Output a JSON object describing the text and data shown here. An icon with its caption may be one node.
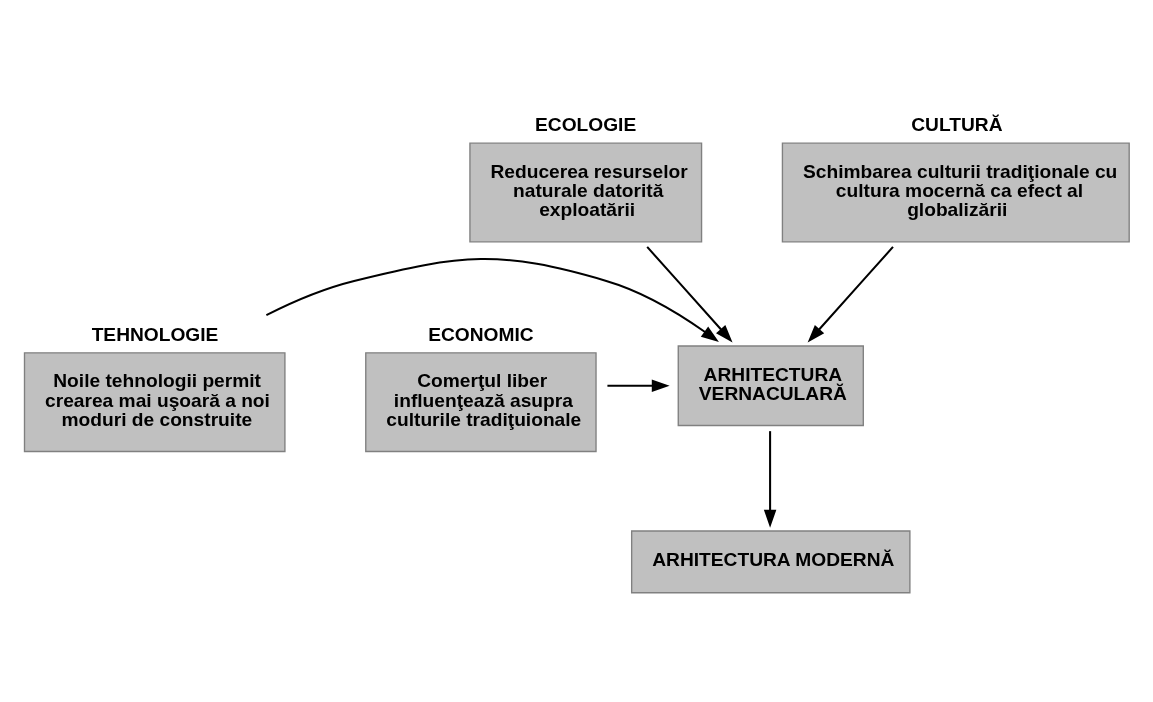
{
  "diagram": {
    "nodes": [
      {
        "text": [
          "ECOLOGIE",
          "Reducerea resurselor naturale datorită exploatării"
        ]
      },
      {
        "text": [
          "CULTURĂ",
          "Schimbarea culturii tradiţionale cu cultura mocernă ca efect al globalizării"
        ]
      },
      {
        "text": [
          "ARHITECTURA VERNACULARĂ"
        ]
      },
      {
        "text": [
          "TEHNOLOGIE",
          "Noile tehnologii permit crearea mai uşoară a noi moduri de construite"
        ]
      },
      {
        "text": [
          "ECONOMIC",
          "Comerţul liber influenţează asupra culturile tradiţuionale"
        ]
      },
      {
        "text": [
          "ARHITECTURA MODERNĂ"
        ]
      }
    ],
    "edges": [
      {
        "from": 0,
        "to": 2,
        "arrow": "to"
      },
      {
        "from": 1,
        "to": 2,
        "arrow": "to"
      },
      {
        "from": 3,
        "to": 2,
        "arrow": "to"
      },
      {
        "from": 4,
        "to": 2,
        "arrow": "to"
      },
      {
        "from": 2,
        "to": 5,
        "arrow": "to"
      }
    ]
  }
}
